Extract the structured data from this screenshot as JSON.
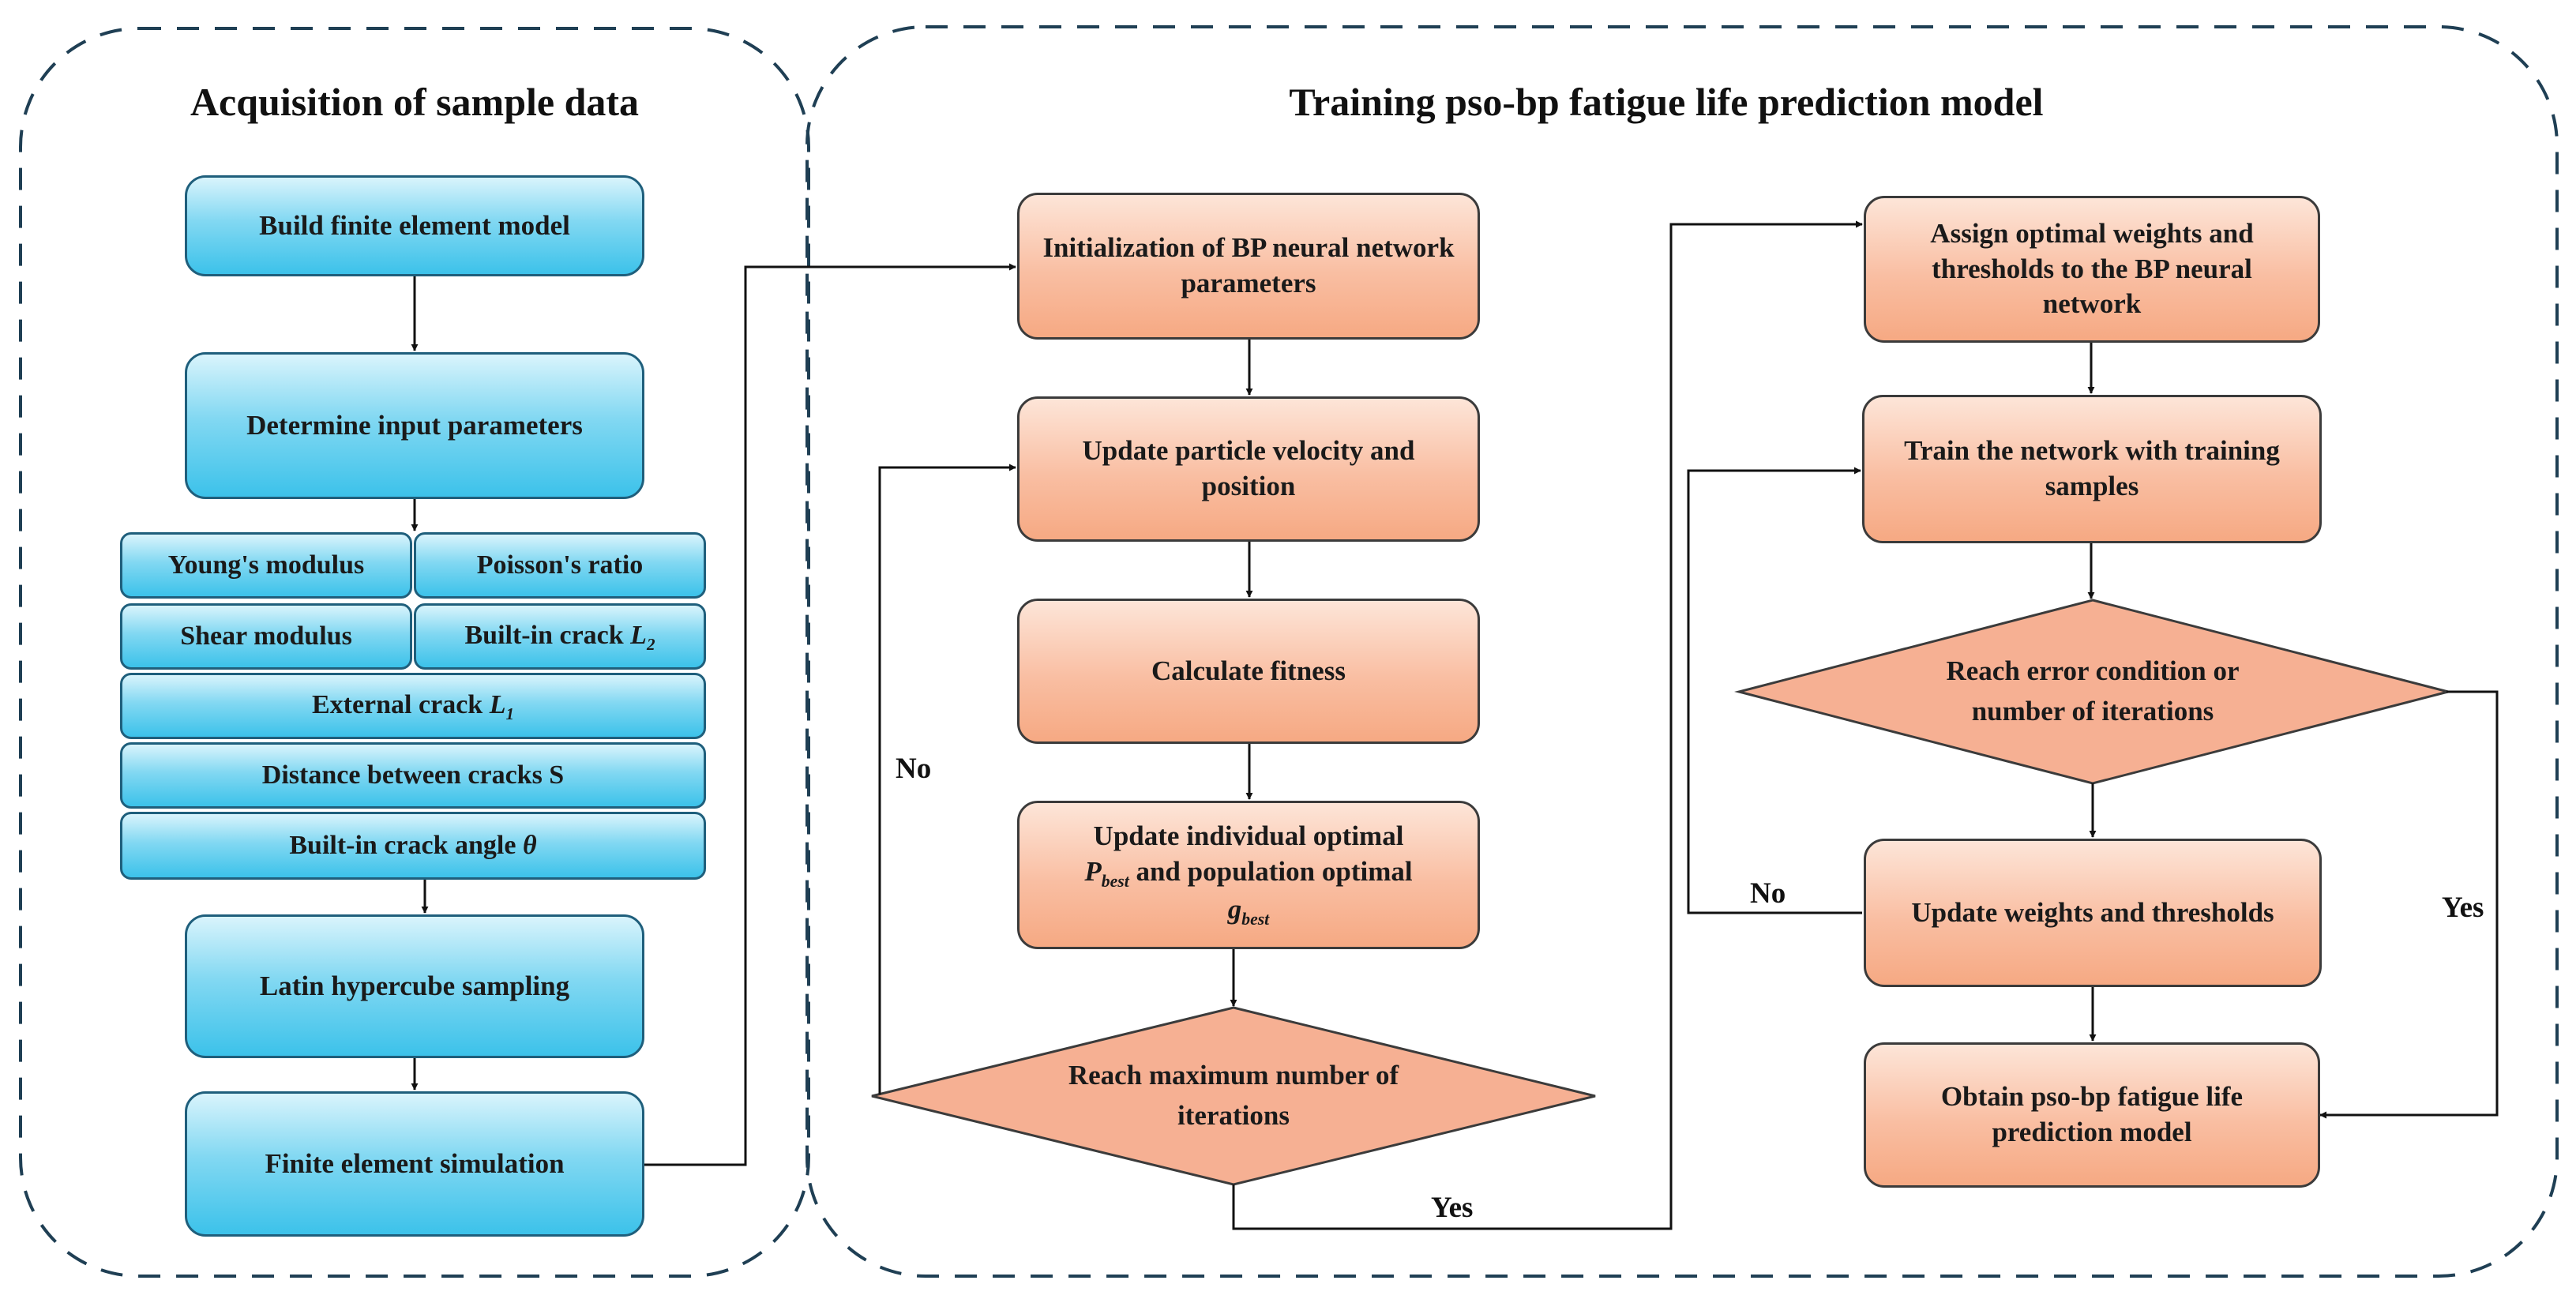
{
  "left_panel": {
    "title": "Acquisition of sample data",
    "steps": {
      "build_model": "Build finite element model",
      "input_params": "Determine input parameters",
      "latin": "Latin hypercube sampling",
      "fe_sim": "Finite element simulation"
    },
    "params": {
      "youngs": "Young's modulus",
      "poisson": "Poisson's ratio",
      "shear": "Shear modulus",
      "builtin_crack": "Built-in crack ",
      "builtin_crack_var": "L",
      "builtin_crack_sub": "2",
      "external_crack": "External crack ",
      "external_crack_var": "L",
      "external_crack_sub": "1",
      "distance": "Distance between cracks S",
      "angle": "Built-in crack angle ",
      "angle_var": "θ"
    }
  },
  "right_panel": {
    "title": "Training pso-bp fatigue life prediction model",
    "pso": {
      "init": "Initialization of BP neural network parameters",
      "update_particle": "Update particle velocity  and position",
      "fitness": "Calculate fitness",
      "update_optimal_1": "Update individual optimal",
      "pbest_var": "P",
      "pbest_sub": "best",
      "update_optimal_2": " and population optimal",
      "gbest_var": "g",
      "gbest_sub": "best",
      "max_iter": "Reach maximum number of iterations"
    },
    "bp": {
      "assign": "Assign optimal weights and thresholds to the BP neural network",
      "train": "Train the network with training samples",
      "error_cond": "Reach error condition or number of iterations",
      "update_weights": "Update weights and thresholds",
      "obtain": "Obtain pso-bp fatigue life prediction model"
    },
    "labels": {
      "no_left": "No",
      "yes_bottom": "Yes",
      "no_right": "No",
      "yes_right": "Yes"
    }
  },
  "colors": {
    "blue_box": "#3cc2ea",
    "orange_box": "#f6a983",
    "panel_border": "#1f3f54"
  }
}
